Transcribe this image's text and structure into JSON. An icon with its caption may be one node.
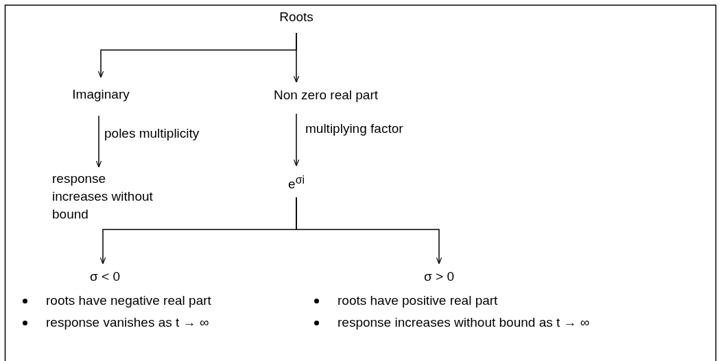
{
  "diagram": {
    "nodes": [
      {
        "text": [
          "Roots"
        ]
      },
      {
        "text": [
          "Imaginary"
        ]
      },
      {
        "text": [
          "Non zero real part"
        ]
      },
      {
        "text": [
          "response increases without bound"
        ]
      },
      {
        "text": [
          "e$^{σi}$"
        ]
      },
      {
        "text": [
          "σ < 0",
          "roots have negative real part",
          "response vanishes as t → ∞"
        ]
      },
      {
        "text": [
          "σ > 0",
          "roots have positive real part",
          "response increases without bound  as t → ∞"
        ]
      }
    ],
    "edges": [
      {
        "from": 0,
        "to": 1,
        "arrow": "to"
      },
      {
        "from": 0,
        "to": 2,
        "arrow": "to"
      },
      {
        "from": 1,
        "to": 3,
        "label": "poles multiplicity",
        "arrow": "to"
      },
      {
        "from": 2,
        "to": 4,
        "label": "multiplying factor",
        "arrow": "to"
      },
      {
        "from": 4,
        "to": 5,
        "arrow": "to"
      },
      {
        "from": 4,
        "to": 6,
        "arrow": "to"
      }
    ]
  }
}
